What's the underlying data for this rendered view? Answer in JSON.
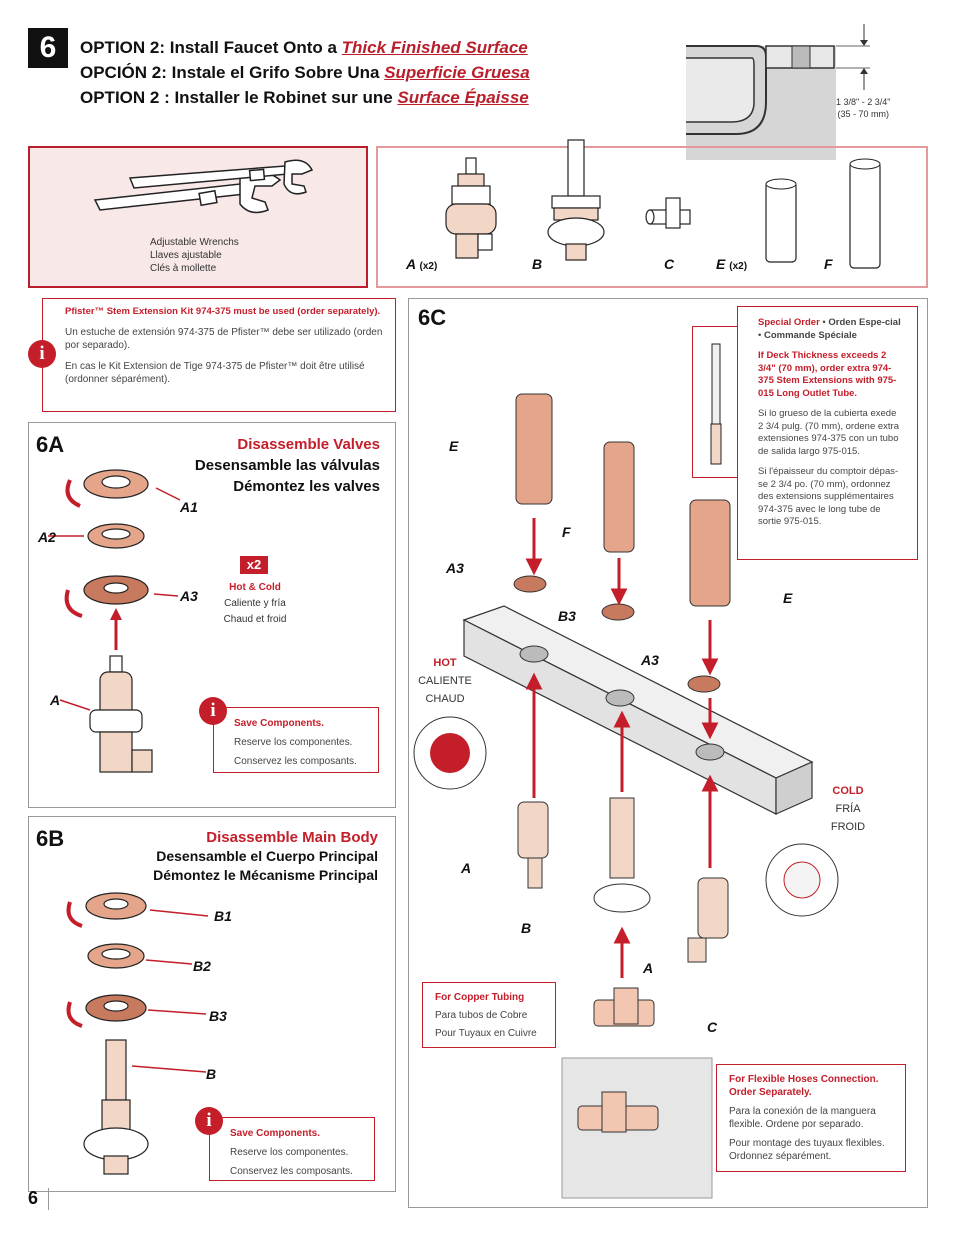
{
  "header": {
    "step": "6",
    "line_en_prefix": "OPTION 2:  Install Faucet Onto a ",
    "line_en_hl": "Thick Finished Surface",
    "line_es_prefix": "OPCIÓN 2:  Instale el Grifo Sobre Una ",
    "line_es_hl": "Superficie Gruesa",
    "line_fr_prefix": "OPTION 2 : Installer le Robinet sur une ",
    "line_fr_hl": "Surface Épaisse",
    "thickness_range": "1 3/8\" - 2 3/4\"",
    "thickness_metric": "(35  - 70 mm)"
  },
  "tools": {
    "en": "Adjustable Wrenchs",
    "es": "Llaves ajustable",
    "fr": "Clés à mollette"
  },
  "parts": {
    "a": "A",
    "a_qty": "(x2)",
    "b": "B",
    "c": "C",
    "e": "E",
    "e_qty": "(x2)",
    "f": "F"
  },
  "kit_note": {
    "en": "Pfister™ Stem Extension Kit 974-375 must be used (order separately).",
    "es": "Un estuche de extensión 974-375 de Pfister™ debe ser utilizado (orden por separado).",
    "fr": "En cas le Kit Extension de Tige 974-375 de Pfister™ doit être utilisé (ordonner séparément)."
  },
  "section_6a": {
    "label": "6A",
    "title_en": "Disassemble Valves",
    "title_es": "Desensamble las válvulas",
    "title_fr": "Démontez les valves",
    "parts": [
      "A1",
      "A2",
      "A3",
      "A"
    ],
    "qty": "x2",
    "qty_en": "Hot & Cold",
    "qty_es": "Caliente y fría",
    "qty_fr": "Chaud et froid",
    "save_en": "Save Components.",
    "save_es": "Reserve los componentes.",
    "save_fr": "Conservez les composants."
  },
  "section_6b": {
    "label": "6B",
    "title_en": "Disassemble  Main Body",
    "title_es": "Desensamble el Cuerpo Principal",
    "title_fr": "Démontez le Mécanisme Principal",
    "parts": [
      "B1",
      "B2",
      "B3",
      "B"
    ],
    "save_en": "Save Components.",
    "save_es": "Reserve los componentes.",
    "save_fr": "Conservez les composants."
  },
  "section_6c": {
    "label": "6C",
    "special_order_en": "Special Order",
    "special_order_es": "Orden Espe-cial",
    "special_order_fr": "Commande Spéciale",
    "exceeds_en": "If Deck Thickness exceeds 2 3/4\" (70 mm), order extra 974-375 Stem Extensions with 975-015 Long Outlet Tube.",
    "exceeds_es": "Si lo grueso de la cubierta exede 2 3/4 pulg. (70 mm), ordene extra extensiones 974-375 con un tubo de salida largo 975-015.",
    "exceeds_fr": "Si l'épaisseur du comptoir dépas-se 2 3/4 po. (70 mm), ordonnez des extensions supplémentaires 974-375 avec le long tube de sortie 975-015.",
    "hot_en": "HOT",
    "hot_es": "CALIENTE",
    "hot_fr": "CHAUD",
    "cold_en": "COLD",
    "cold_es": "FRÍA",
    "cold_fr": "FROID",
    "labels": {
      "e1": "E",
      "f": "F",
      "e2": "E",
      "a3_left": "A3",
      "b3": "B3",
      "a3_right": "A3",
      "a_left": "A",
      "b": "B",
      "a_right": "A",
      "c": "C"
    },
    "copper_en": "For Copper Tubing",
    "copper_es": "Para tubos de Cobre",
    "copper_fr": "Pour Tuyaux en Cuivre",
    "flex_en": "For Flexible Hoses Connection. Order Separately.",
    "flex_es": "Para la conexión de la manguera flexible. Ordene por separado.",
    "flex_fr": "Pour montage des tuyaux flexibles. Ordonnez séparément."
  },
  "footer": {
    "page": "6"
  }
}
